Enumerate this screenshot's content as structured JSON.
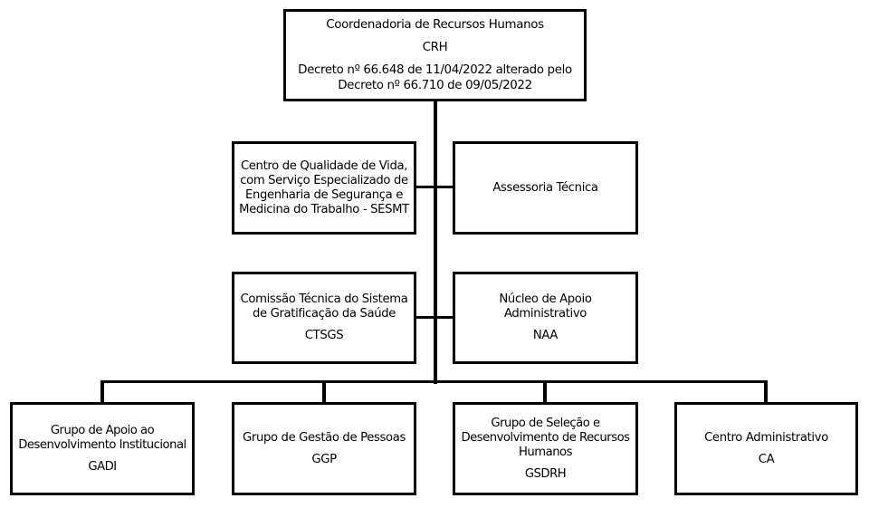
{
  "diagram": {
    "type": "organizational-chart",
    "root": {
      "name": "Coordenadoria  de Recursos Humanos",
      "acronym": "CRH",
      "decree_line1": "Decreto nº 66.648 de 11/04/2022 alterado pelo",
      "decree_line2": "Decreto nº 66.710 de 09/05/2022"
    },
    "staff_units": [
      {
        "lines": [
          "Centro de Qualidade de Vida,",
          "com Serviço Especializado de",
          "Engenharia de Segurança e",
          "Medicina do Trabalho - SESMT"
        ],
        "acronym": ""
      },
      {
        "lines": [
          "Assessoria Técnica"
        ],
        "acronym": ""
      },
      {
        "lines": [
          "Comissão Técnica do Sistema",
          "de Gratificação da Saúde"
        ],
        "acronym": "CTSGS"
      },
      {
        "lines": [
          "Núcleo de Apoio",
          "Administrativo"
        ],
        "acronym": "NAA"
      }
    ],
    "subordinate_units": [
      {
        "lines": [
          "Grupo  de Apoio ao",
          "Desenvolvimento Institucional"
        ],
        "acronym": "GADI"
      },
      {
        "lines": [
          "Grupo  de Gestão de Pessoas"
        ],
        "acronym": "GGP"
      },
      {
        "lines": [
          "Grupo  de Seleção e",
          "Desenvolvimento de Recursos",
          "Humanos"
        ],
        "acronym": "GSDRH"
      },
      {
        "lines": [
          "Centro Administrativo"
        ],
        "acronym": "CA"
      }
    ],
    "colors": {
      "border": "#000000",
      "background": "#ffffff",
      "text": "#000000"
    }
  }
}
